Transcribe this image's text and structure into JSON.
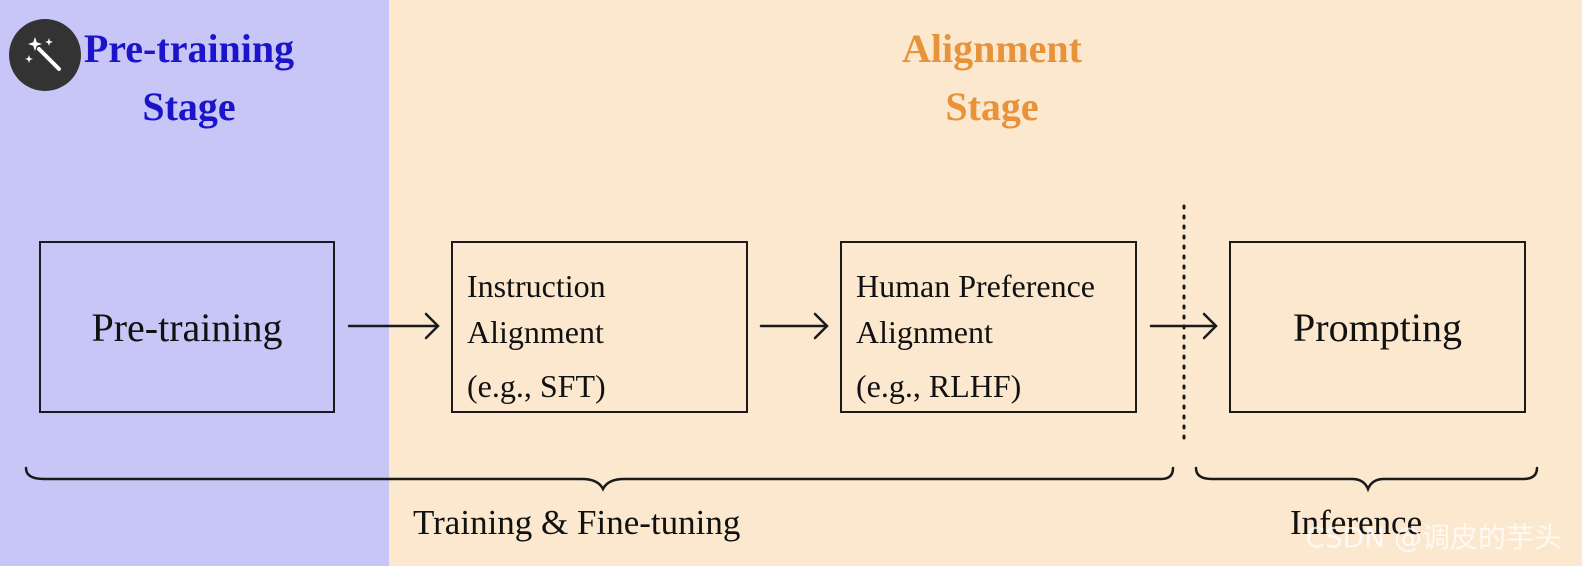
{
  "stages": {
    "pretraining": {
      "title_line1": "Pre-training",
      "title_line2": "Stage",
      "color": "#1c14c9",
      "background": "#c7c6f7"
    },
    "alignment": {
      "title_line1": "Alignment",
      "title_line2": "Stage",
      "color": "#e8923a",
      "background": "#fbe8cf"
    }
  },
  "boxes": {
    "pretraining": {
      "label": "Pre-training"
    },
    "instruction": {
      "line1": "Instruction",
      "line2": "Alignment",
      "line3": "(e.g., SFT)"
    },
    "preference": {
      "line1": "Human Preference",
      "line2": "Alignment",
      "line3": "(e.g., RLHF)"
    },
    "prompting": {
      "label": "Prompting"
    }
  },
  "braces": {
    "training": {
      "label": "Training & Fine-tuning"
    },
    "inference": {
      "label": "Inference"
    }
  },
  "overlay": {
    "magic_button_icon": "magic-wand-icon",
    "watermark": "CSDN @调皮的芋头"
  }
}
